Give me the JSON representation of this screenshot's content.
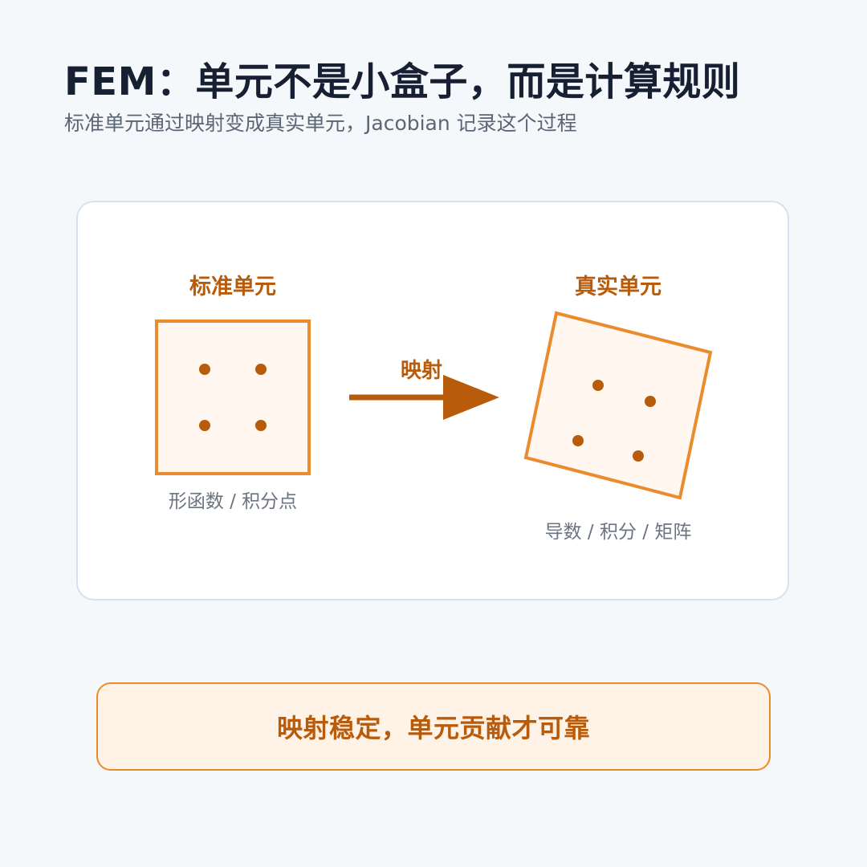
{
  "header": {
    "title": "FEM：单元不是小盒子，而是计算规则",
    "subtitle": "标准单元通过映射变成真实单元，Jacobian 记录这个过程"
  },
  "diagram": {
    "reference_element": {
      "title": "标准单元",
      "caption": "形函数 / 积分点",
      "point_count": 4
    },
    "mapping": {
      "label": "映射"
    },
    "real_element": {
      "title": "真实单元",
      "caption": "导数 / 积分 / 矩阵",
      "point_count": 4
    }
  },
  "callout": {
    "text": "映射稳定，单元贡献才可靠"
  },
  "colors": {
    "background": "#f5f8fb",
    "title": "#172033",
    "subtitle": "#5b6675",
    "accent": "#ea8c2e",
    "accent_dark": "#b85c0c",
    "element_fill": "#fff7f0",
    "caption": "#6b7480",
    "card_border": "#d7e2ee"
  }
}
